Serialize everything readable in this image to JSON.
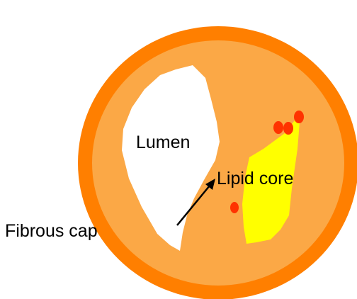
{
  "labels": {
    "lumen": "Lumen",
    "lipid_core": "Lipid core",
    "fibrous_cap": "Fibrous cap"
  },
  "colors": {
    "outer_ring": "#FF7F00",
    "vessel_wall": "#FBA846",
    "lumen": "#FFFFFF",
    "lipid_core": "#FFFF00",
    "deposits": "#FF3300",
    "arrow": "#000000",
    "text": "#000000"
  }
}
